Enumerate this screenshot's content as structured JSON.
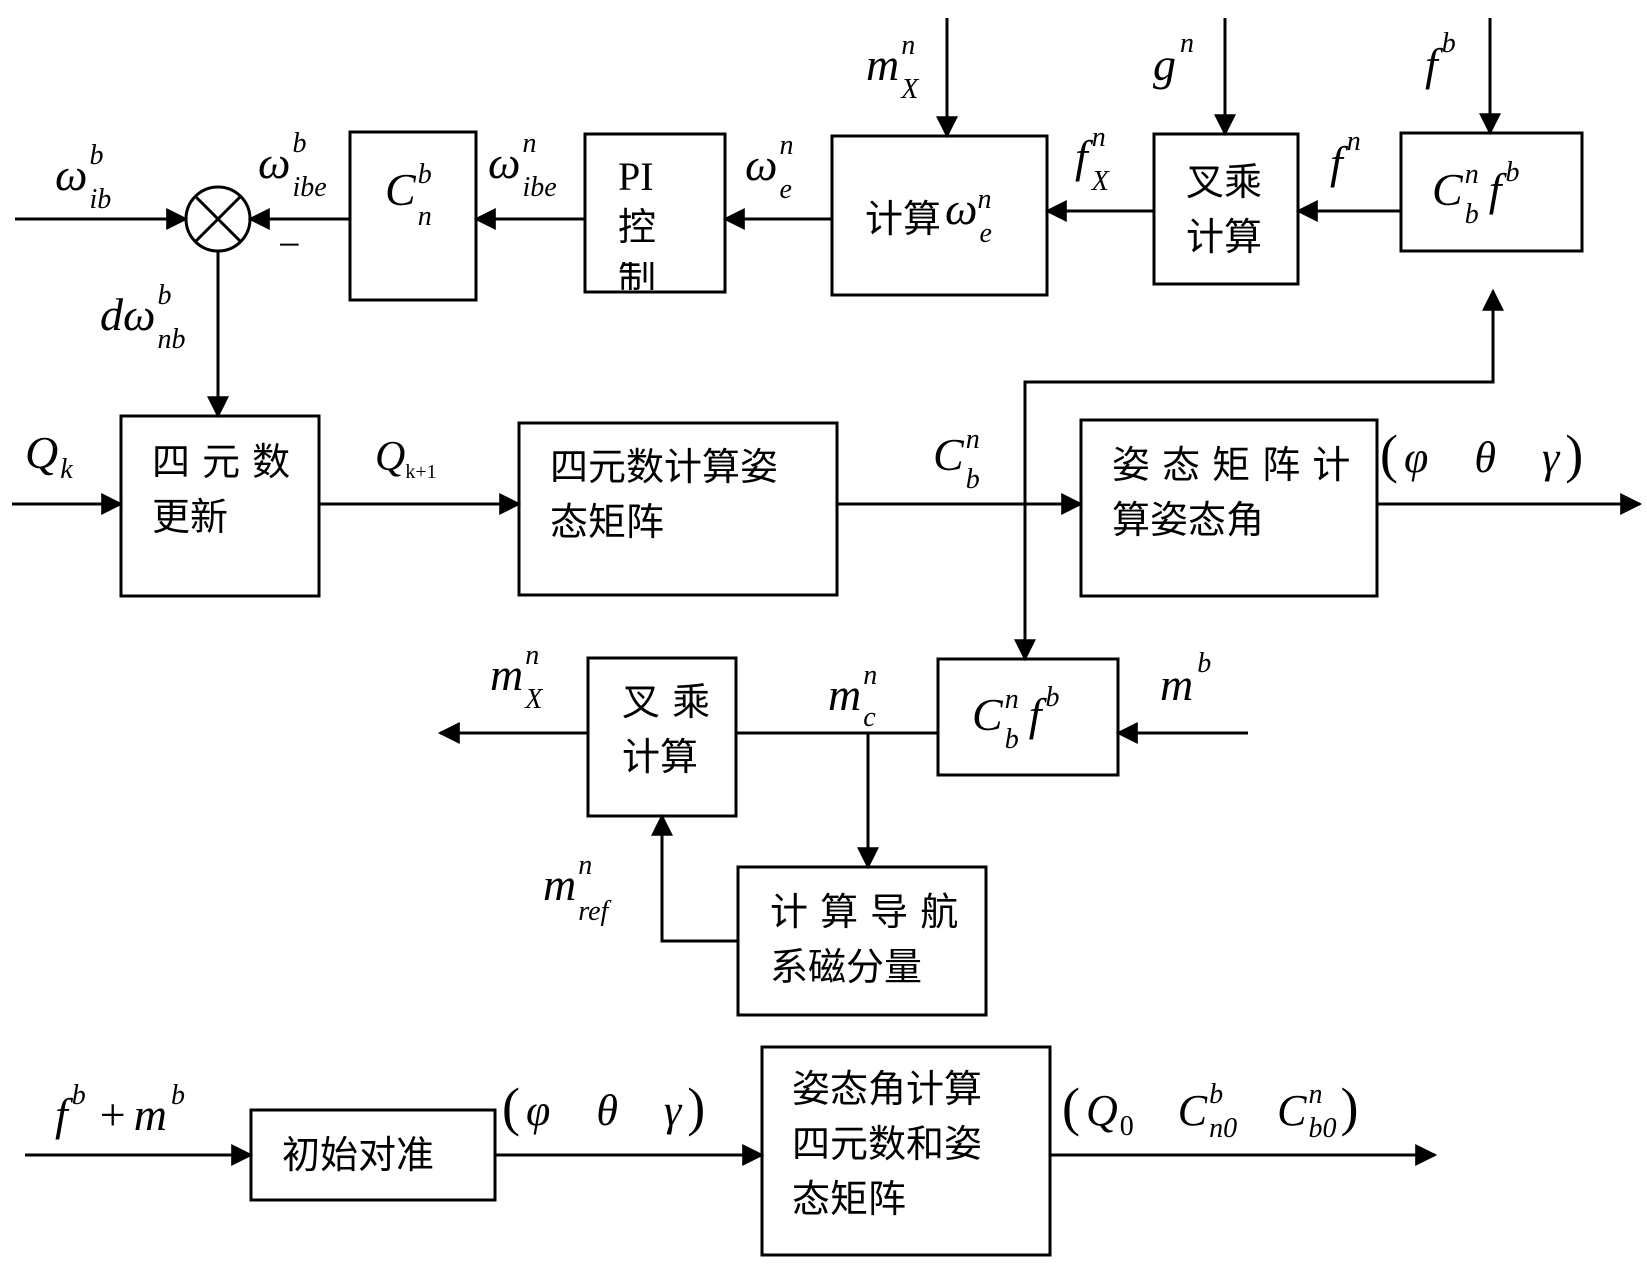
{
  "blocks": {
    "cn_matrix": {
      "base": "C",
      "sup": "b",
      "sub": "n"
    },
    "pi": {
      "line1": "PI",
      "line2": "控",
      "line3": "制"
    },
    "calc_we": {
      "text": "计算",
      "sym": "ω",
      "sup": "n",
      "sub": "e"
    },
    "cross_top": {
      "line1": "叉乘",
      "line2": "计算"
    },
    "cbn_fb_top": {
      "c": "C",
      "c_sup": "n",
      "c_sub": "b",
      "f": "f",
      "f_sup": "b"
    },
    "quat_update": {
      "line1": "四 元 数",
      "line2": "更新"
    },
    "quat_to_matrix": {
      "line1": "四元数计算姿",
      "line2": "态矩阵"
    },
    "matrix_to_angle": {
      "line1": "姿 态 矩 阵 计",
      "line2": "算姿态角"
    },
    "cross_mid": {
      "line1": "叉 乘",
      "line2": "计算"
    },
    "cbn_fb_mid": {
      "c": "C",
      "c_sup": "n",
      "c_sub": "b",
      "f": "f",
      "f_sup": "b"
    },
    "nav_mag": {
      "line1": "计 算 导 航",
      "line2": "系磁分量"
    },
    "init_align": {
      "text": "初始对准"
    },
    "angle_to_quat": {
      "line1": "姿态角计算",
      "line2": "四元数和姿",
      "line3": "态矩阵"
    }
  },
  "signals": {
    "omega_ib": {
      "base": "ω",
      "sup": "b",
      "sub": "ib"
    },
    "omega_ibe_out": {
      "base": "ω",
      "sup": "b",
      "sub": "ibe"
    },
    "minus": "−",
    "omega_ibe_in": {
      "base": "ω",
      "sup": "n",
      "sub": "ibe"
    },
    "omega_e": {
      "base": "ω",
      "sup": "n",
      "sub": "e"
    },
    "m_X_top": {
      "base": "m",
      "sup": "n",
      "sub": "X"
    },
    "g_n": {
      "base": "g",
      "sup": "n"
    },
    "f_b_top": {
      "base": "f",
      "sup": "b"
    },
    "f_X": {
      "base": "f",
      "sup": "n",
      "sub": "X"
    },
    "f_n": {
      "base": "f",
      "sup": "n"
    },
    "d_omega_nb": {
      "pre": "d",
      "base": "ω",
      "sup": "b",
      "sub": "nb"
    },
    "Q_k": {
      "base": "Q",
      "sub": "k"
    },
    "Q_k1": {
      "base": "Q",
      "sub": "k+1"
    },
    "C_b_n": {
      "base": "C",
      "sup": "n",
      "sub": "b"
    },
    "angles": {
      "open": "(",
      "phi": "φ",
      "theta": "θ",
      "gamma": "γ",
      "close": ")"
    },
    "m_X_out": {
      "base": "m",
      "sup": "n",
      "sub": "X"
    },
    "m_c": {
      "base": "m",
      "sup": "n",
      "sub": "c"
    },
    "m_b": {
      "base": "m",
      "sup": "b"
    },
    "m_ref": {
      "base": "m",
      "sup": "n",
      "sub": "ref"
    },
    "fb_plus_mb": {
      "f": "f",
      "f_sup": "b",
      "plus": "+",
      "m": "m",
      "m_sup": "b"
    },
    "angles_bottom": {
      "open": "(",
      "phi": "φ",
      "theta": "θ",
      "gamma": "γ",
      "close": ")"
    },
    "init_outputs": {
      "open": "(",
      "q": "Q",
      "q_sub": "0",
      "c1": "C",
      "c1_sup": "b",
      "c1_sub": "n0",
      "c2": "C",
      "c2_sup": "n",
      "c2_sub": "b0",
      "close": ")"
    }
  }
}
